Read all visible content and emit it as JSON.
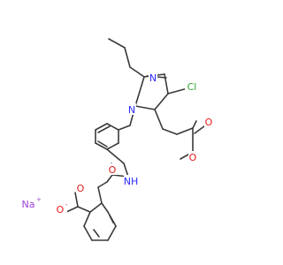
{
  "molecule": {
    "atoms": {
      "N1": {
        "label": "N",
        "color": "#2a2aff"
      },
      "N3": {
        "label": "N",
        "color": "#2a2aff"
      },
      "Cl": {
        "label": "Cl",
        "color": "#2fa82f"
      },
      "O_ester_carbonyl": {
        "label": "O",
        "color": "#e51a1a"
      },
      "O_ester_methoxy": {
        "label": "O",
        "color": "#e51a1a"
      },
      "NH": {
        "label": "NH",
        "color": "#2a2aff"
      },
      "O_amide": {
        "label": "O",
        "color": "#e51a1a"
      },
      "O_carboxyl_carbonyl": {
        "label": "O",
        "color": "#e51a1a"
      },
      "O_carboxylate": {
        "label": "O",
        "color": "#e51a1a",
        "charge": "-"
      },
      "Na": {
        "label": "Na",
        "color": "#9b42d6",
        "charge": "+"
      }
    },
    "bond_color": "#3a3a3a"
  }
}
